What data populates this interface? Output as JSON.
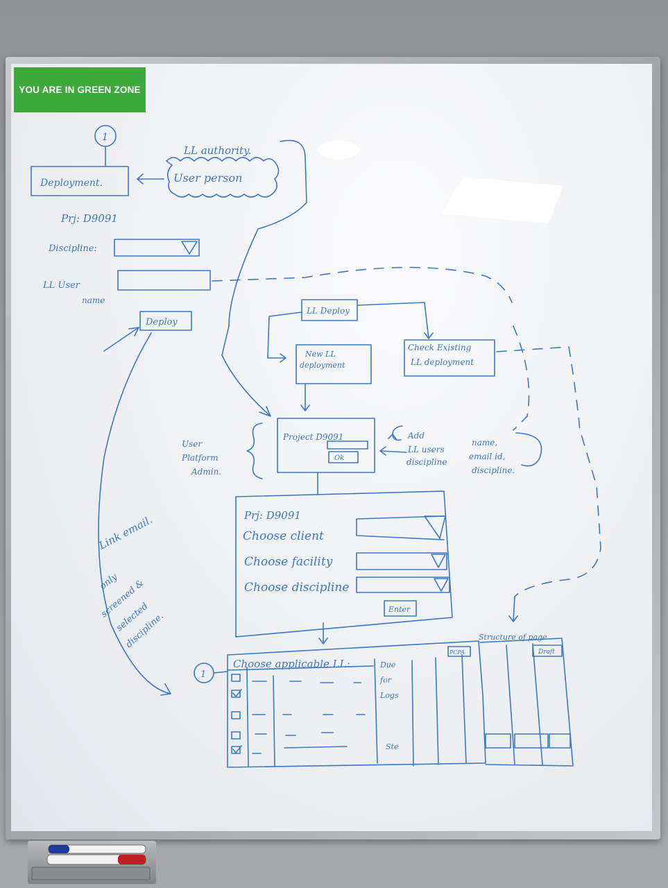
{
  "sign": {
    "text": "YOU ARE IN GREEN ZONE",
    "color": "#3da93b"
  },
  "ink_color": "#3a78c8",
  "whiteboard": {
    "top_left": {
      "step_marker": "1",
      "deployment": "Deployment.",
      "authority": "LL authority.",
      "user_person": "User person",
      "project": "Prj: D9091",
      "discipline_label": "Discipline:",
      "ll_user_label_1": "LL User",
      "ll_user_label_2": "name",
      "deploy_button": "Deploy"
    },
    "flow": {
      "ll_deploy": "LL Deploy",
      "new_deploy_1": "New LL",
      "new_deploy_2": "deployment",
      "check_existing_1": "Check Existing",
      "check_existing_2": "LL deployment",
      "project_box": "Project D9091",
      "project_btn": "Ok",
      "user_role_1": "User",
      "user_role_2": "Platform",
      "user_role_3": "Admin.",
      "add_1": "Add",
      "add_2": "LL users",
      "add_3": "discipline",
      "add_4": "name,",
      "add_5": "email id,",
      "add_6": "discipline."
    },
    "form": {
      "project": "Prj: D9091",
      "choose_client": "Choose client",
      "choose_facility": "Choose facility",
      "choose_discipline": "Choose discipline",
      "enter_button": "Enter"
    },
    "left_notes": {
      "line1": "Link email.",
      "line2": "only",
      "line3": "screened &",
      "line4": "selected",
      "line5": "discipline."
    },
    "table": {
      "step_marker": "1",
      "header": "Choose applicable LL:",
      "side_1": "Due",
      "side_2": "for",
      "side_3": "Logs",
      "side_4": "Ste",
      "right_header": "Structure of page",
      "right_btn": "Draft",
      "col_tag": "PCPA"
    }
  }
}
